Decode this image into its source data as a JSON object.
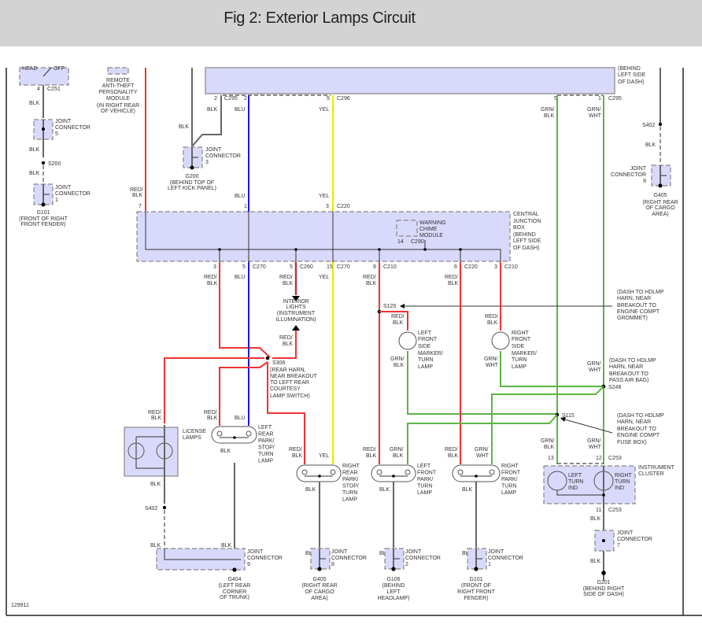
{
  "header": {
    "title": "Fig 2: Exterior Lamps Circuit"
  },
  "figure_id": "129911",
  "wire_colors": {
    "RED_BLK": "#e33333",
    "BLU": "#1a1ae6",
    "YEL": "#f2e600",
    "GRN": "#5bb544",
    "BLK": "#666666"
  },
  "labels": {
    "head": "HEAD",
    "off": "OFF",
    "c251": "C251",
    "c251_pin": "4",
    "blk": "BLK",
    "blu": "BLU",
    "yel": "YEL",
    "red_blk_1": "RED/",
    "red_blk_2": "BLK",
    "grn_blk_1": "GRN/",
    "grn_blk_2": "BLK",
    "grn_wht_1": "GRN/",
    "grn_wht_2": "WHT",
    "jc5": [
      "JOINT",
      "CONNECTOR",
      "5"
    ],
    "s200": "S200",
    "jc1_left": [
      "JOINT",
      "CONNECTOR",
      "1"
    ],
    "g101_left": [
      "G101",
      "(FRONT OF RIGHT",
      "FRONT FENDER)"
    ],
    "rap": [
      "REMOTE",
      "ANTI-THEFT",
      "PERSONALITY",
      "MODULE",
      "(IN RIGHT REAR",
      "OF VEHICLE)"
    ],
    "c295": "C295",
    "c296": "C296",
    "c220": "C220",
    "pin2a": "2",
    "pin2b": "2",
    "pin5": "5",
    "pin1": "1",
    "pin3": "3",
    "pin7": "7",
    "jc3": [
      "JOINT",
      "CONNECTOR",
      "3"
    ],
    "g200": [
      "G200",
      "(BEHIND TOP OF",
      "LEFT KICK PANEL)"
    ],
    "top_right_box": [
      "(BEHIND",
      "LEFT SIDE",
      "OF DASH)"
    ],
    "c295_right": "C295",
    "pin5r": "5",
    "pin1r": "1",
    "s402_right": "S402",
    "jc8_right": [
      "JOINT",
      "CONNECTOR",
      "8"
    ],
    "g405_right": [
      "G405",
      "(RIGHT REAR",
      "OF CARGO",
      "AREA)"
    ],
    "cjb": [
      "CENTRAL",
      "JUNCTION",
      "BOX",
      "(BEHIND",
      "LEFT SIDE",
      "OF DASH)"
    ],
    "wcm": [
      "WARNING",
      "CHIME",
      "MODULE"
    ],
    "c290": "C290",
    "pin14": "14",
    "cjb_out": [
      {
        "pin": "3",
        "conn": ""
      },
      {
        "pin": "5",
        "conn": "C270"
      },
      {
        "pin": "5",
        "conn": "C260"
      },
      {
        "pin": "15",
        "conn": "C270"
      },
      {
        "pin": "9",
        "conn": "C210"
      },
      {
        "pin": "6",
        "conn": "C220"
      },
      {
        "pin": "3",
        "conn": "C210"
      }
    ],
    "interior_lights": [
      "INTERIOR",
      "LIGHTS",
      "(INSTRUMENT",
      "ILLUMINATION)"
    ],
    "s306": "S306",
    "s306_desc": [
      "(REAR HARN,",
      "NEAR BREAKOUT",
      "TO LEFT REAR",
      "COURTESY",
      "LAMP SWITCH)"
    ],
    "s125": "S125",
    "s125_desc": [
      "(DASH TO HDLMP",
      "HARN, NEAR",
      "BREAKOUT TO",
      "ENGINE COMPT",
      "GROMMET)"
    ],
    "lfsm": [
      "LEFT",
      "FRONT",
      "SIDE",
      "MARKER/",
      "TURN",
      "LAMP"
    ],
    "rfsm": [
      "RIGHT",
      "FRONT",
      "SIDE",
      "MARKER/",
      "TURN",
      "LAMP"
    ],
    "s248": "S248",
    "s248_desc": [
      "(DASH TO HDLMP",
      "HARN, NEAR",
      "BREAKOUT TO",
      "PASS AIR BAG)"
    ],
    "s115": "S115",
    "s115_desc": [
      "(DASH TO HDLMP",
      "HARN, NEAR",
      "BREAKOUT TO",
      "ENGINE COMPT",
      "FUSE BOX)"
    ],
    "license": [
      "LICENSE",
      "LAMPS"
    ],
    "lrpst": [
      "LEFT",
      "REAR",
      "PARK/",
      "STOP/",
      "TURN",
      "LAMP"
    ],
    "rrpst": [
      "RIGHT",
      "REAR",
      "PARK/",
      "STOP/",
      "TURN",
      "LAMP"
    ],
    "lfpt": [
      "LEFT",
      "FRONT",
      "PARK/",
      "TURN",
      "LAMP"
    ],
    "rfpt": [
      "RIGHT",
      "FRONT",
      "PARK/",
      "TURN",
      "LAMP"
    ],
    "ic": [
      "INSTRUMENT",
      "CLUSTER"
    ],
    "ltind": [
      "LEFT",
      "TURN",
      "IND"
    ],
    "rtind": [
      "RIGHT",
      "TURN",
      "IND"
    ],
    "c253": "C253",
    "pin13": "13",
    "pin12": "12",
    "pin11": "11",
    "jc7": [
      "JOINT",
      "CONNECTOR",
      "7"
    ],
    "g201": [
      "G201",
      "(BEHIND RIGHT",
      "SIDE OF DASH)"
    ],
    "s402_left": "S402",
    "jc9": [
      "JOINT",
      "CONNECTOR",
      "9"
    ],
    "g404": [
      "G404",
      "(LEFT REAR",
      "CORNER",
      "OF TRUNK)"
    ],
    "jc8b": [
      "JOINT",
      "CONNECTOR",
      "8"
    ],
    "g405b": [
      "G405",
      "(RIGHT REAR",
      "OF CARGO",
      "AREA)"
    ],
    "jc2": [
      "JOINT",
      "CONNECTOR",
      "2"
    ],
    "g106": [
      "G106",
      "(BEHIND",
      "LEFT",
      "HEADLAMP)"
    ],
    "jc1b": [
      "JOINT",
      "CONNECTOR",
      "1"
    ],
    "g101b": [
      "G101",
      "(FRONT OF",
      "RIGHT FRONT",
      "FENDER)"
    ]
  }
}
